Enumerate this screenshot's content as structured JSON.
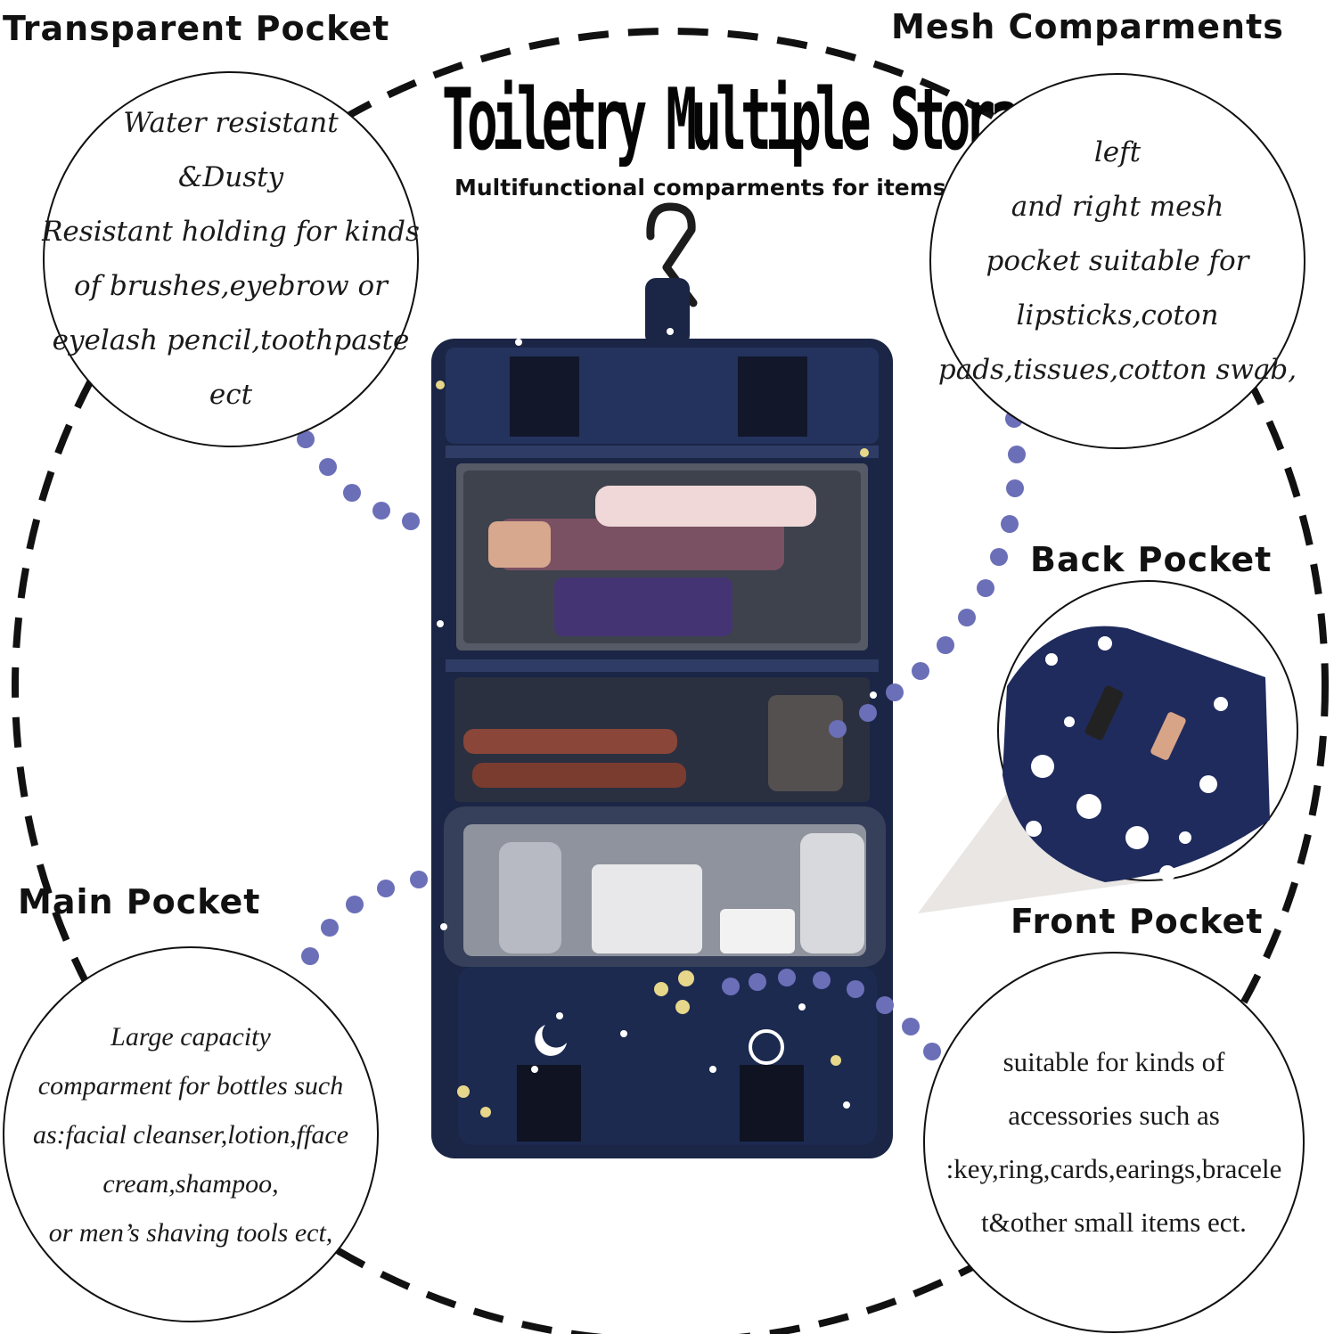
{
  "header": {
    "title": "Toiletry Multiple Storage Bag",
    "subtitle": "Multifunctional comparments for items"
  },
  "sections": {
    "transparent": {
      "label": "Transparent Pocket",
      "lines": [
        "Water resistant",
        "&Dusty",
        "Resistant holding for kinds",
        "of  brushes,eyebrow or",
        "eyelash pencil,toothpaste",
        "ect"
      ]
    },
    "mesh": {
      "label": "Mesh Comparments",
      "lines": [
        "left",
        "and right mesh",
        "pocket suitable for",
        "lipsticks,coton",
        "pads,tissues,cotton swab,"
      ]
    },
    "back": {
      "label": "Back Pocket"
    },
    "main": {
      "label": "Main Pocket",
      "lines": [
        "Large capacity",
        "comparment for bottles such",
        "as:facial cleanser,lotion,fface",
        "cream,shampoo,",
        "or men’s shaving tools  ect,"
      ]
    },
    "front": {
      "label": "Front Pocket",
      "lines": [
        "suitable for kinds of",
        "accessories such as",
        ":key,ring,cards,earings,bracele",
        "t&other small items ect."
      ]
    }
  },
  "colors": {
    "bag_navy": "#1b2545",
    "dot_purple": "#6b6fb8",
    "outline": "#111111"
  },
  "icons": {
    "hanger": "hook-icon",
    "stars": "star-pattern"
  }
}
